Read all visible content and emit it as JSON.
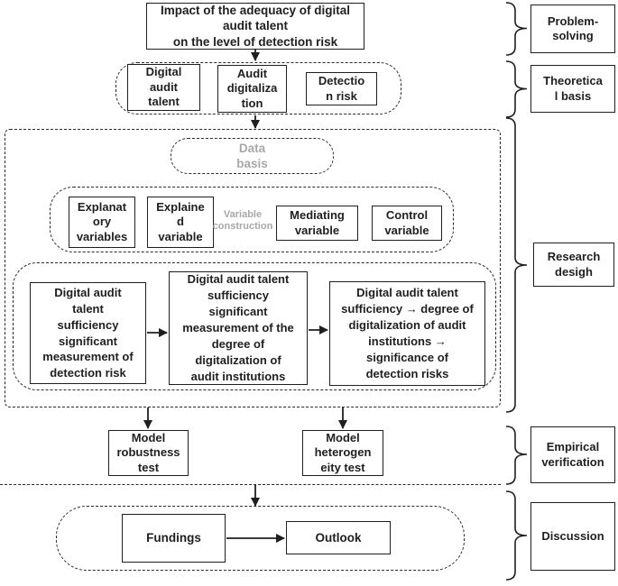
{
  "problem": {
    "title": "Impact of the adequacy of digital\naudit talent\non the level of detection risk"
  },
  "theory": {
    "items": [
      "Digital\naudit\ntalent",
      "Audit\ndigitaliza\ntion",
      "Detectio\nn risk"
    ]
  },
  "research": {
    "data_basis": "Data\nbasis",
    "construction_note": "Variable\nconstruction",
    "variables": [
      "Explanat\nory\nvariables",
      "Explaine\nd\nvariable",
      "Mediating\nvariable",
      "Control\nvariable"
    ],
    "models": [
      "Digital audit\ntalent\nsufficiency\nsignificant\nmeasurement of\ndetection risk",
      "Digital audit talent\nsufficiency\nsignificant\nmeasurement of the\ndegree of\ndigitalization of\naudit institutions",
      "Digital audit talent\nsufficiency → degree of\ndigitalization of audit\ninstitutions →\nsignificance of\ndetection risks"
    ]
  },
  "empirical": {
    "tests": [
      "Model\nrobustness\ntest",
      "Model\nheterogen\neity test"
    ]
  },
  "discussion": {
    "items": [
      "Fundings",
      "Outlook"
    ]
  },
  "side": {
    "labels": [
      "Problem-\nsolving",
      "Theoretica\nl basis",
      "Research\ndesigh",
      "Empirical\nverification",
      "Discussion"
    ]
  },
  "colors": {
    "line": "#1f1f1f",
    "muted_text": "#a8a8a8",
    "background": "#ffffff"
  }
}
